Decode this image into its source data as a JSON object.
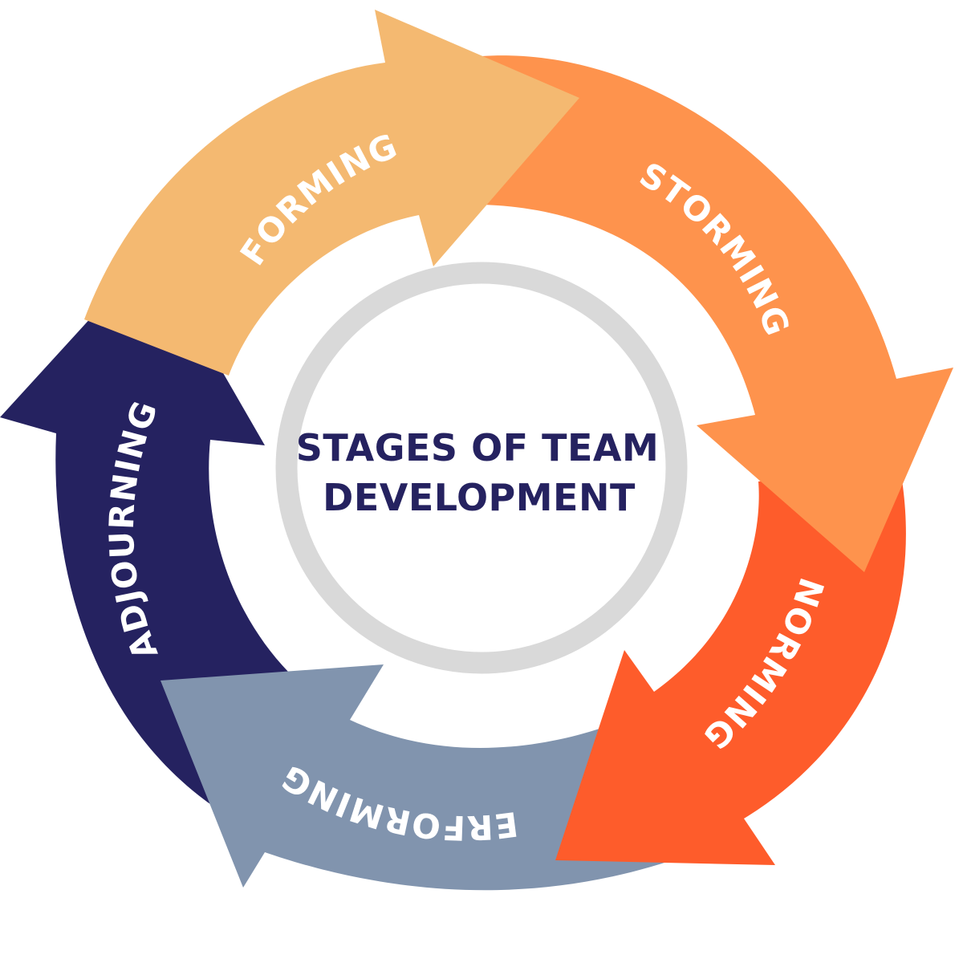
{
  "title": {
    "line1": "STAGES OF TEAM",
    "line2": "DEVELOPMENT"
  },
  "stages": [
    {
      "label": "FORMING",
      "color": "#f4b971"
    },
    {
      "label": "STORMING",
      "color": "#fe934d"
    },
    {
      "label": "NORMING",
      "color": "#fe5c2b"
    },
    {
      "label": "PERFORMING",
      "color": "#8194ae"
    },
    {
      "label": "ADJOURNING",
      "color": "#252260"
    }
  ],
  "colors": {
    "title_text": "#252260",
    "center_ring": "#d9d9d9"
  }
}
